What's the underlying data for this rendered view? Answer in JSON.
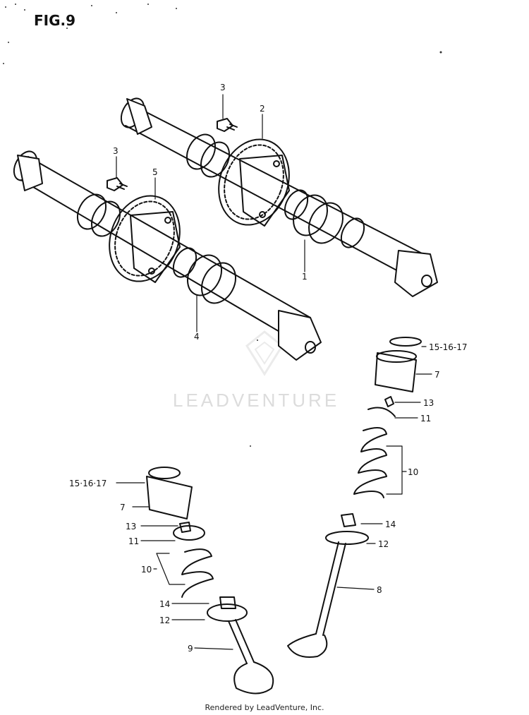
{
  "figure": {
    "title": "FIG.9"
  },
  "watermark": {
    "text": "LEADVENTURE",
    "color": "#dcdcdc"
  },
  "footer": {
    "credit": "Rendered by LeadVenture, Inc."
  },
  "callouts": {
    "cam1": "1",
    "sprocket1": "2",
    "bolt_a": "3",
    "bolt_b": "3",
    "cam2": "4",
    "sprocket2": "5",
    "tappet_upper": "7",
    "tappet_lower": "7",
    "shim_upper": "15-16-17",
    "shim_lower": "15·16·17",
    "cotter_upper": "13",
    "cotter_lower": "13",
    "retainer_upper": "11",
    "retainer_lower": "11",
    "spring_upper": "10",
    "spring_lower": "10",
    "seal_upper": "14",
    "seal_lower": "14",
    "seat_upper": "12",
    "seat_lower": "12",
    "valve_exhaust": "8",
    "valve_intake": "9"
  },
  "colors": {
    "ink": "#111111",
    "background": "#ffffff"
  }
}
